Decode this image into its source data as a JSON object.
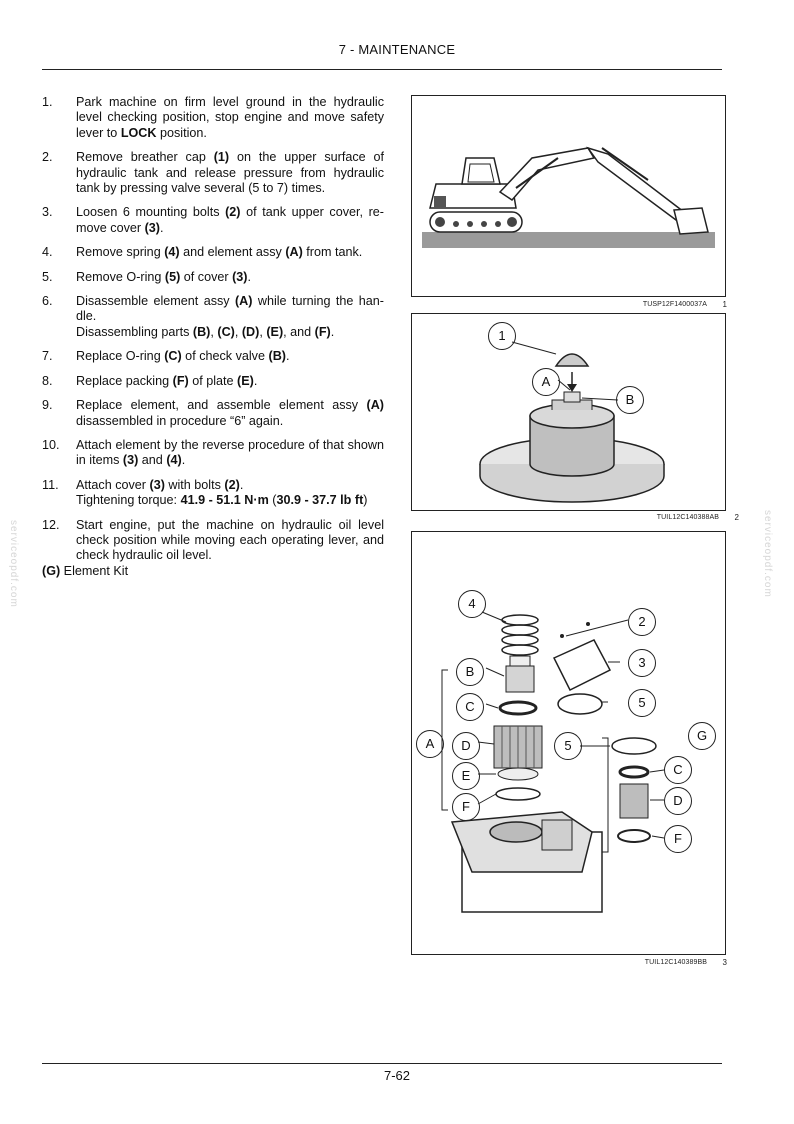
{
  "header": {
    "title": "7 - MAINTENANCE"
  },
  "footer": {
    "page_number": "7-62"
  },
  "watermark": "serviceopdf.com",
  "steps": [
    {
      "num": "1.",
      "runs": [
        {
          "t": "Park machine on firm level ground in the hydraulic level checking position, stop engine and move safety lever to "
        },
        {
          "t": "LOCK",
          "b": true
        },
        {
          "t": " position."
        }
      ]
    },
    {
      "num": "2.",
      "runs": [
        {
          "t": "Remove breather cap "
        },
        {
          "t": "(1)",
          "b": true
        },
        {
          "t": " on the upper surface of hydraulic tank and release pressure from hydraulic tank by pressing valve several (5 to 7) times."
        }
      ]
    },
    {
      "num": "3.",
      "runs": [
        {
          "t": "Loosen 6 mounting bolts "
        },
        {
          "t": "(2)",
          "b": true
        },
        {
          "t": " of tank upper cover, re-move cover "
        },
        {
          "t": "(3)",
          "b": true
        },
        {
          "t": "."
        }
      ]
    },
    {
      "num": "4.",
      "runs": [
        {
          "t": "Remove spring "
        },
        {
          "t": "(4)",
          "b": true
        },
        {
          "t": " and element assy "
        },
        {
          "t": "(A)",
          "b": true
        },
        {
          "t": " from tank."
        }
      ]
    },
    {
      "num": "5.",
      "runs": [
        {
          "t": "Remove O-ring "
        },
        {
          "t": "(5)",
          "b": true
        },
        {
          "t": " of cover "
        },
        {
          "t": "(3)",
          "b": true
        },
        {
          "t": "."
        }
      ]
    },
    {
      "num": "6.",
      "runs": [
        {
          "t": "Disassemble element assy "
        },
        {
          "t": "(A)",
          "b": true
        },
        {
          "t": " while turning the han-dle."
        }
      ],
      "line2": [
        {
          "t": "Disassembling parts "
        },
        {
          "t": "(B)",
          "b": true
        },
        {
          "t": ", "
        },
        {
          "t": "(C)",
          "b": true
        },
        {
          "t": ", "
        },
        {
          "t": "(D)",
          "b": true
        },
        {
          "t": ", "
        },
        {
          "t": "(E)",
          "b": true
        },
        {
          "t": ", and "
        },
        {
          "t": "(F)",
          "b": true
        },
        {
          "t": "."
        }
      ]
    },
    {
      "num": "7.",
      "runs": [
        {
          "t": "Replace O-ring "
        },
        {
          "t": "(C)",
          "b": true
        },
        {
          "t": " of check valve "
        },
        {
          "t": "(B)",
          "b": true
        },
        {
          "t": "."
        }
      ]
    },
    {
      "num": "8.",
      "runs": [
        {
          "t": "Replace packing "
        },
        {
          "t": "(F)",
          "b": true
        },
        {
          "t": " of plate "
        },
        {
          "t": "(E)",
          "b": true
        },
        {
          "t": "."
        }
      ]
    },
    {
      "num": "9.",
      "runs": [
        {
          "t": "Replace element, and assemble element assy "
        },
        {
          "t": "(A)",
          "b": true
        },
        {
          "t": " disassembled in procedure “6” again."
        }
      ]
    },
    {
      "num": "10.",
      "runs": [
        {
          "t": "Attach element by the reverse procedure of that shown in items "
        },
        {
          "t": "(3)",
          "b": true
        },
        {
          "t": " and "
        },
        {
          "t": "(4)",
          "b": true
        },
        {
          "t": "."
        }
      ]
    },
    {
      "num": "11.",
      "runs": [
        {
          "t": "Attach cover "
        },
        {
          "t": "(3)",
          "b": true
        },
        {
          "t": " with bolts "
        },
        {
          "t": "(2)",
          "b": true
        },
        {
          "t": "."
        }
      ],
      "line2": [
        {
          "t": "Tightening torque: "
        },
        {
          "t": "41.9 - 51.1 N·m",
          "b": true
        },
        {
          "t": " ("
        },
        {
          "t": "30.9 - 37.7 lb ft",
          "b": true
        },
        {
          "t": ")"
        }
      ]
    },
    {
      "num": "12.",
      "runs": [
        {
          "t": "Start engine, put the machine on hydraulic oil level check position while moving each operating lever, and check hydraulic oil level."
        }
      ]
    }
  ],
  "kit": {
    "label": "(G)",
    "text": " Element Kit"
  },
  "figures": [
    {
      "id": "TUSP12F1400037A",
      "num": "1"
    },
    {
      "id": "TUIL12C140388AB",
      "num": "2",
      "callouts": [
        "1",
        "A",
        "B"
      ]
    },
    {
      "id": "TUIL12C140389BB",
      "num": "3",
      "callouts": [
        "4",
        "2",
        "3",
        "B",
        "5",
        "C",
        "A",
        "D",
        "5",
        "G",
        "E",
        "C",
        "F",
        "D",
        "F"
      ]
    }
  ]
}
